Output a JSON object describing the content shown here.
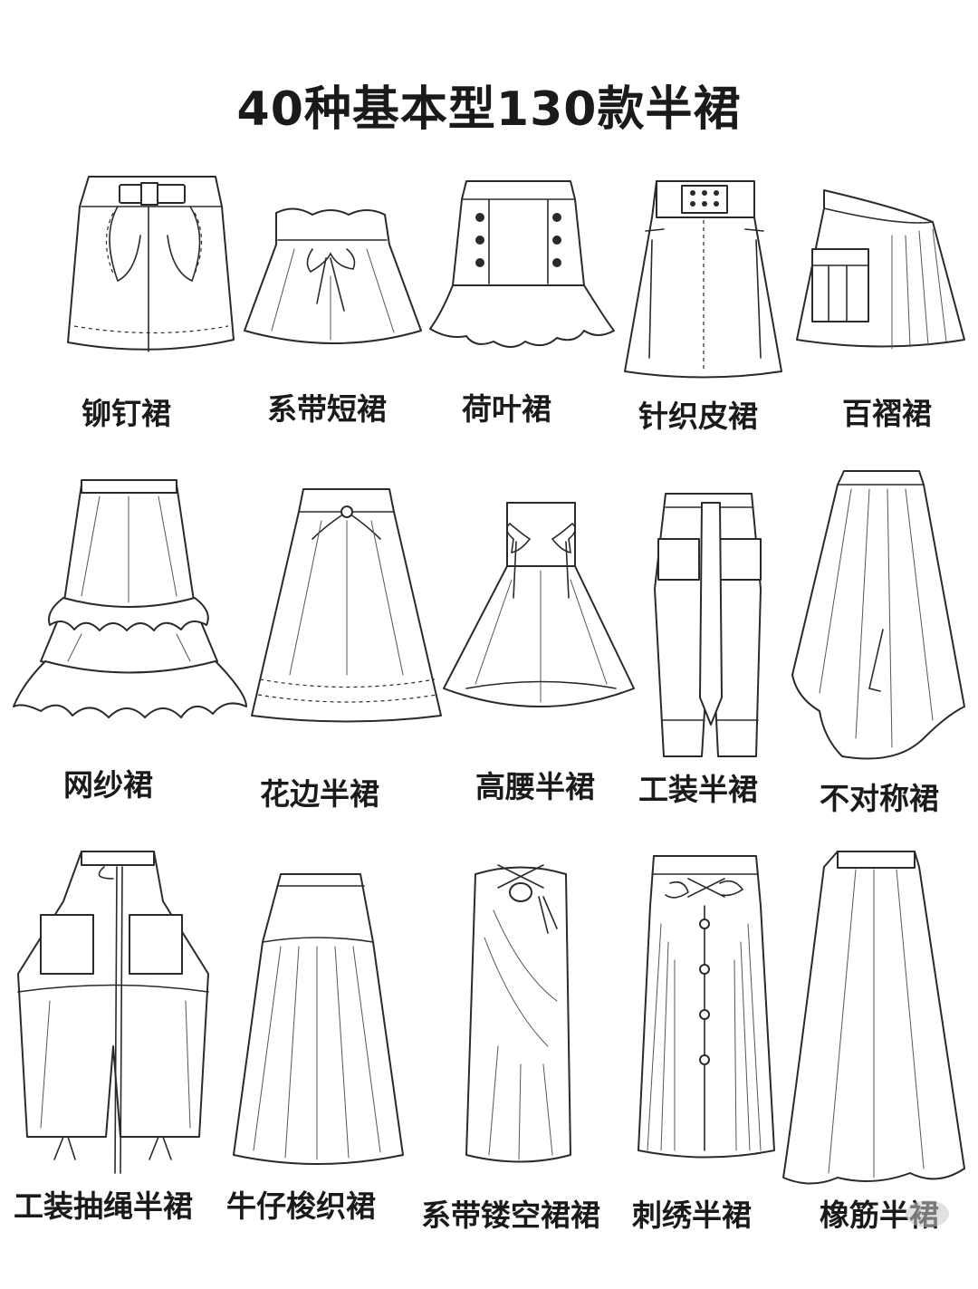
{
  "title": "40种基本型130款半裙",
  "rows": [
    {
      "items": [
        {
          "label": "铆钉裙",
          "icon": "riveted-skirt-sketch"
        },
        {
          "label": "系带短裙",
          "icon": "tie-short-skirt-sketch"
        },
        {
          "label": "荷叶裙",
          "icon": "ruffle-hem-skirt-sketch"
        },
        {
          "label": "针织皮裙",
          "icon": "knit-leather-skirt-sketch"
        },
        {
          "label": "百褶裙",
          "icon": "pleated-skirt-sketch"
        }
      ]
    },
    {
      "items": [
        {
          "label": "网纱裙",
          "icon": "tulle-skirt-sketch"
        },
        {
          "label": "花边半裙",
          "icon": "lace-trim-skirt-sketch"
        },
        {
          "label": "高腰半裙",
          "icon": "high-waist-skirt-sketch"
        },
        {
          "label": "工装半裙",
          "icon": "cargo-skirt-sketch"
        },
        {
          "label": "不对称裙",
          "icon": "asymmetric-skirt-sketch"
        }
      ]
    },
    {
      "items": [
        {
          "label": "工装抽绳半裙",
          "icon": "cargo-drawstring-skirt-sketch"
        },
        {
          "label": "牛仔梭织裙",
          "icon": "denim-woven-skirt-sketch"
        },
        {
          "label": "系带镂空裙裙",
          "icon": "tie-cutout-skirt-sketch"
        },
        {
          "label": "刺绣半裙",
          "icon": "embroidered-skirt-sketch"
        },
        {
          "label": "橡筋半裙",
          "icon": "elastic-waist-skirt-sketch"
        }
      ]
    }
  ]
}
